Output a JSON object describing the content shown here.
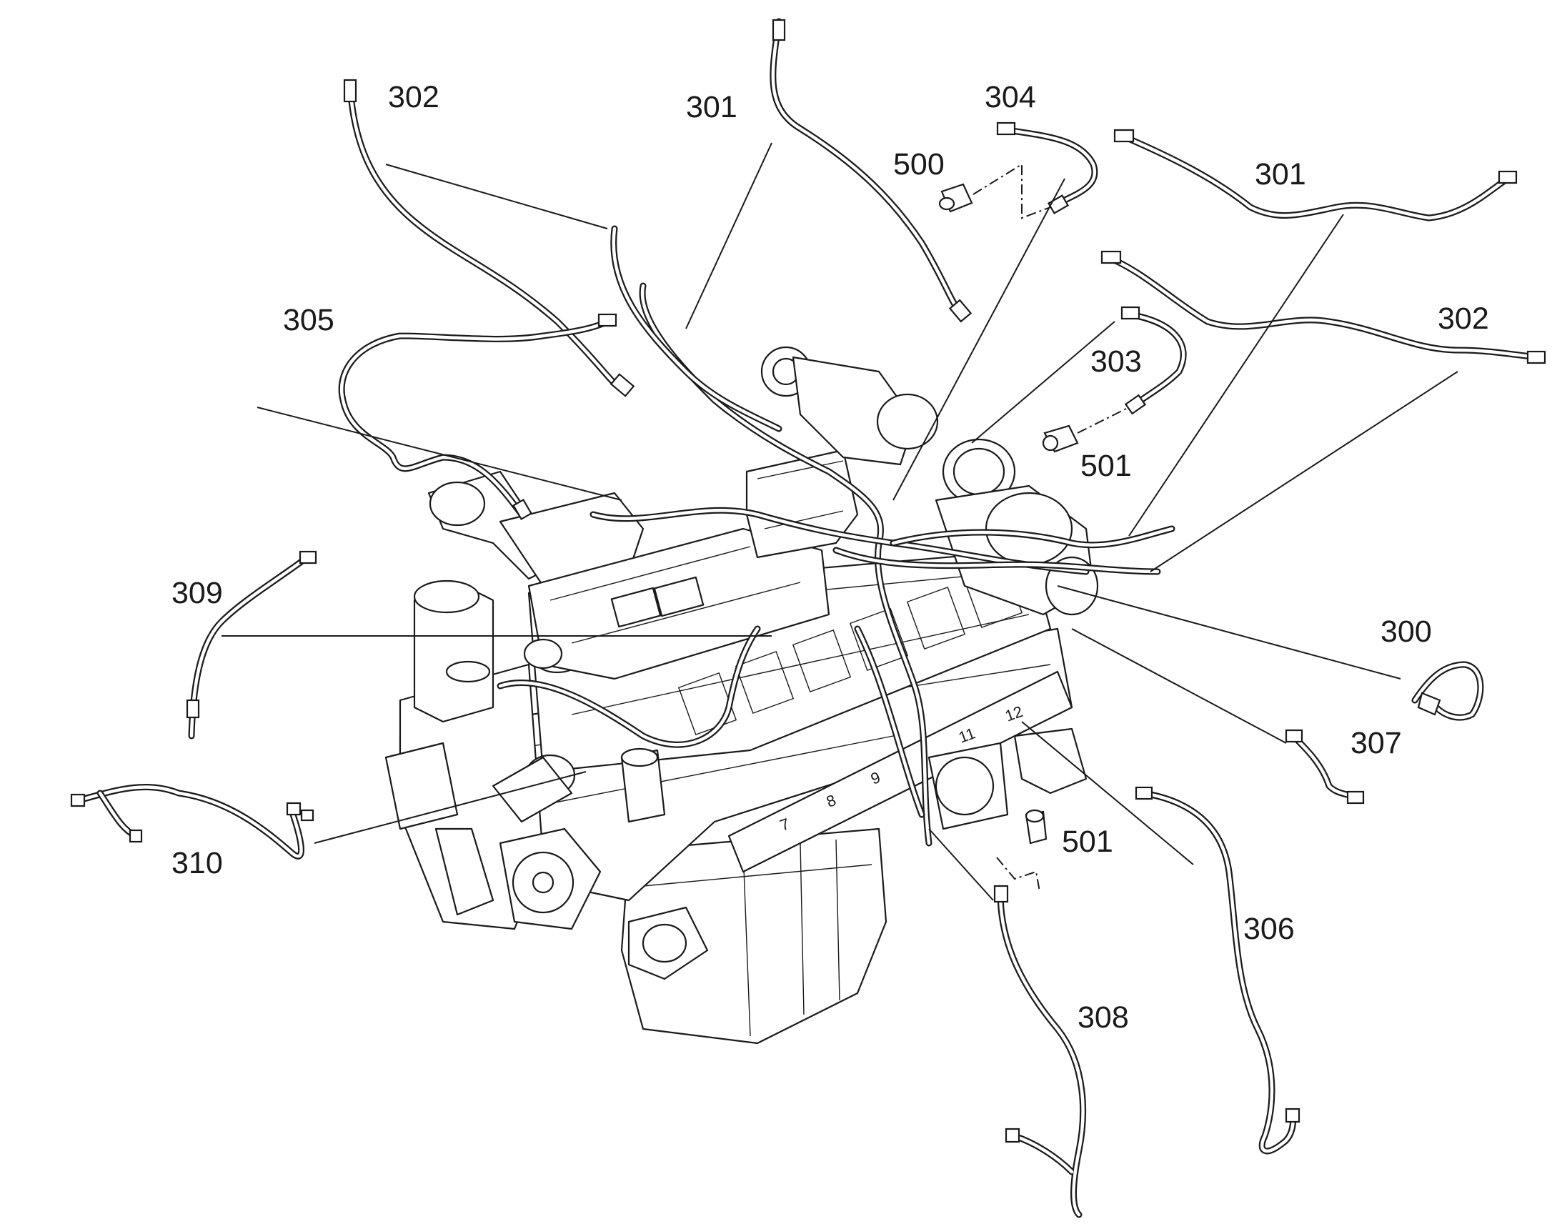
{
  "labels": {
    "l300": "300",
    "l301a": "301",
    "l301b": "301",
    "l302a": "302",
    "l302b": "302",
    "l303": "303",
    "l304": "304",
    "l305": "305",
    "l306": "306",
    "l307": "307",
    "l308": "308",
    "l309": "309",
    "l310": "310",
    "l500": "500",
    "l501a": "501",
    "l501b": "501"
  },
  "cylinder_numbers": {
    "c7": "7",
    "c8": "8",
    "c9": "9",
    "c11": "11",
    "c12": "12"
  }
}
